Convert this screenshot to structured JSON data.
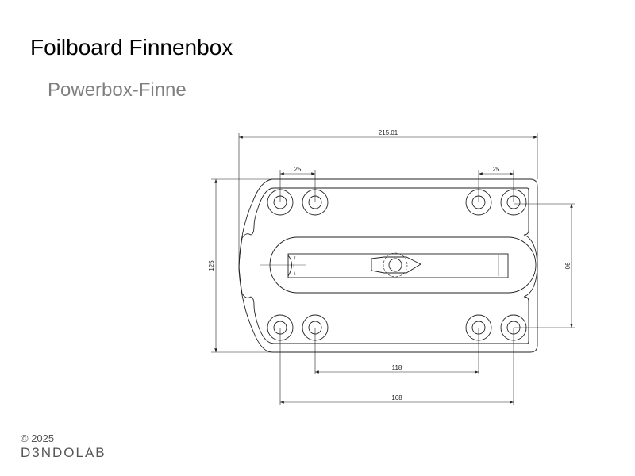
{
  "slide": {
    "title": "Foilboard Finnenbox",
    "subtitle": "Powerbox-Finne"
  },
  "drawing": {
    "dimensions": {
      "overall_length": "215.01",
      "hole_spacing_left": "25",
      "hole_spacing_right": "25",
      "overall_width": "125",
      "hole_row_distance": "90",
      "inner_hole_distance": "118",
      "outer_hole_distance": "168"
    }
  },
  "footer": {
    "copyright": "© 2025",
    "logo": "D3NDOLAB"
  }
}
